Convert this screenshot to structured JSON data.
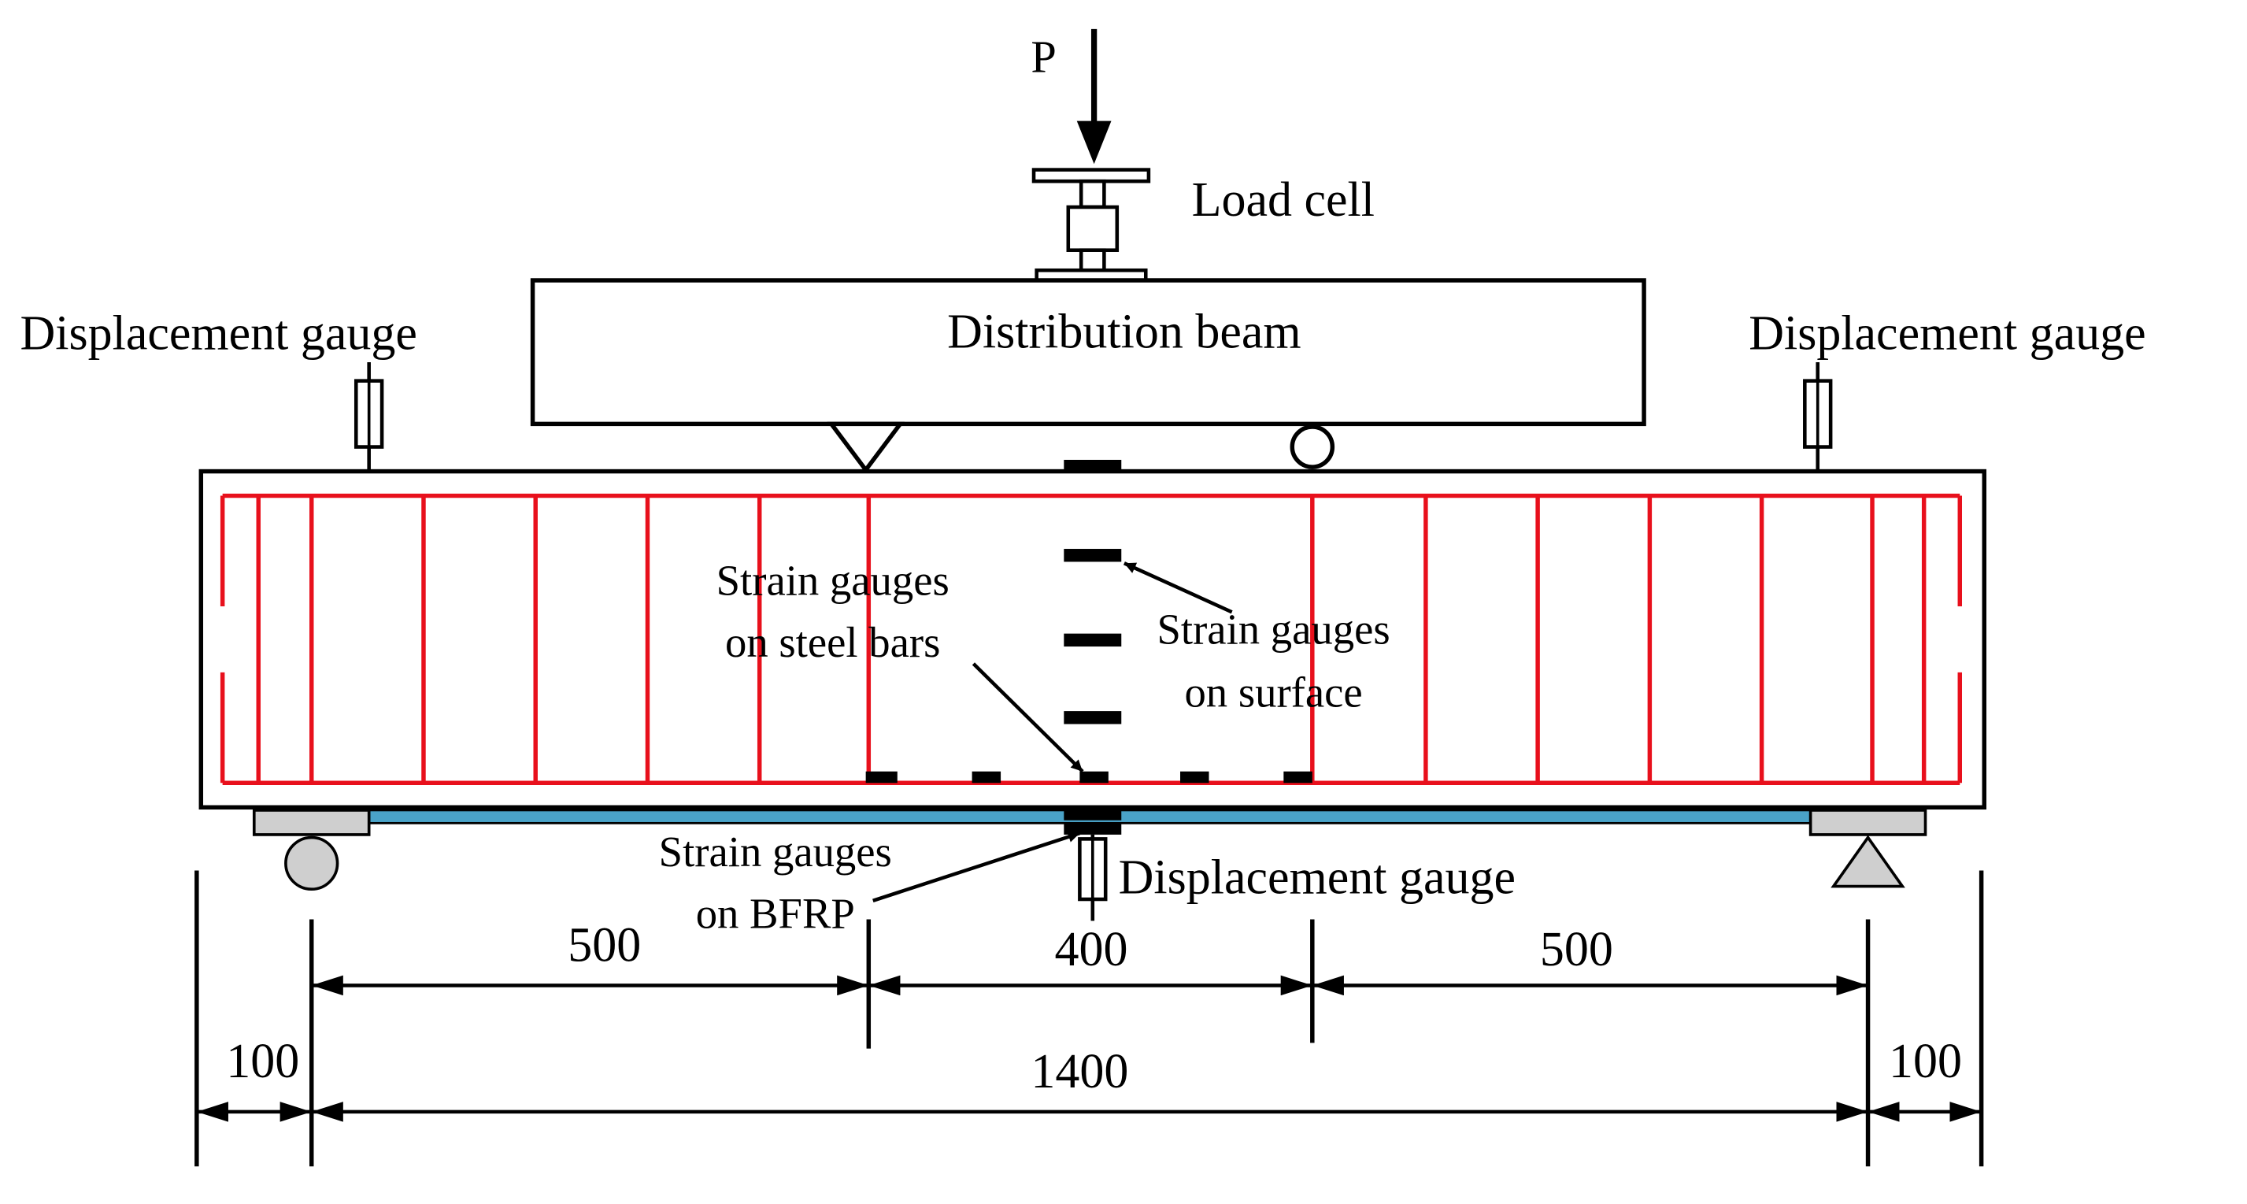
{
  "labels": {
    "load": "P",
    "load_cell": "Load cell",
    "distribution_beam": "Distribution beam",
    "displacement_gauge_left": "Displacement gauge",
    "displacement_gauge_right": "Displacement gauge",
    "displacement_gauge_mid": "Displacement gauge",
    "strain_steel_line1": "Strain gauges",
    "strain_steel_line2": "on steel bars",
    "strain_surface_line1": "Strain gauges",
    "strain_surface_line2": "on surface",
    "strain_bfrp_line1": "Strain gauges",
    "strain_bfrp_line2": "on BFRP"
  },
  "dimensions": {
    "shear_span_left": "500",
    "pure_bending_span": "400",
    "shear_span_right": "500",
    "overhang_left": "100",
    "clear_span": "1400",
    "overhang_right": "100"
  },
  "colors": {
    "stirrups": "#e8101c",
    "bfrp_plate": "#4aa3c8",
    "support_fill": "#cfcfcf",
    "lines": "#000000"
  }
}
